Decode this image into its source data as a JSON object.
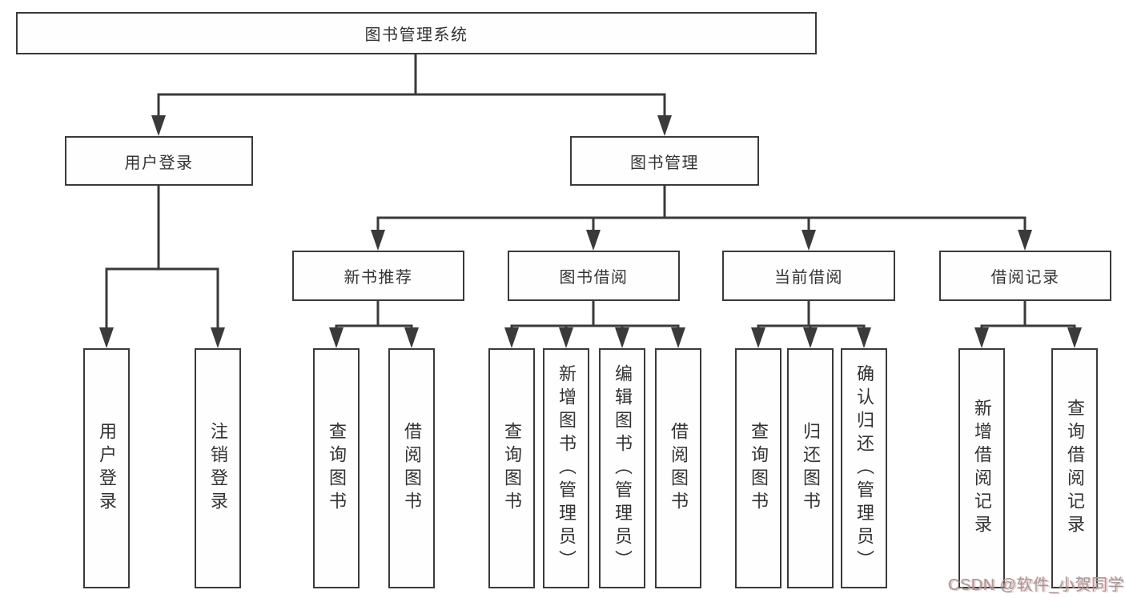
{
  "diagram": {
    "root": {
      "label": "图书管理系统"
    },
    "level2": [
      {
        "label": "用户登录"
      },
      {
        "label": "图书管理"
      }
    ],
    "level3": [
      {
        "label": "新书推荐"
      },
      {
        "label": "图书借阅"
      },
      {
        "label": "当前借阅"
      },
      {
        "label": "借阅记录"
      }
    ],
    "leaves": [
      {
        "label": "用户登录"
      },
      {
        "label": "注销登录"
      },
      {
        "label": "查询图书"
      },
      {
        "label": "借阅图书"
      },
      {
        "label": "查询图书"
      },
      {
        "label": "新增图书（管理员）"
      },
      {
        "label": "编辑图书（管理员）"
      },
      {
        "label": "借阅图书"
      },
      {
        "label": "查询图书"
      },
      {
        "label": "归还图书"
      },
      {
        "label": "确认归还（管理员）"
      },
      {
        "label": "新增借阅记录"
      },
      {
        "label": "查询借阅记录"
      }
    ],
    "watermark": "CSDN @软件_小贺同学",
    "colors": {
      "line": "#3a3a3a",
      "box_border": "#3a3a3a",
      "text": "#333333",
      "background": "#ffffff",
      "watermark_gray": "#9c9c9c",
      "watermark_red": "#e08080"
    }
  }
}
